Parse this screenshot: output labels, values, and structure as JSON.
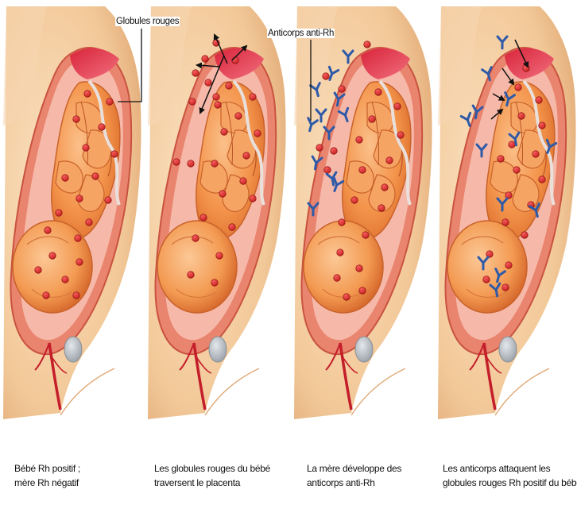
{
  "diagram": {
    "labels": {
      "red_cells": "Globules rouges",
      "antibodies": "Anticorps anti-Rh"
    },
    "panels": [
      {
        "caption_line1": "Bébé Rh positif ;",
        "caption_line2": "mère Rh négatif"
      },
      {
        "caption_line1": "Les globules rouges du bébé",
        "caption_line2": "traversent le placenta"
      },
      {
        "caption_line1": "La mère développe des",
        "caption_line2": "anticorps anti-Rh"
      },
      {
        "caption_line1": "Les anticorps attaquent les",
        "caption_line2": "globules rouges Rh positif du bébé"
      }
    ],
    "colors": {
      "skin": "#f2c898",
      "uterus": "#e87e6a",
      "fetus": "#f08a3a",
      "red_cell": "#c81e1e",
      "antibody": "#2e5aa8"
    }
  }
}
